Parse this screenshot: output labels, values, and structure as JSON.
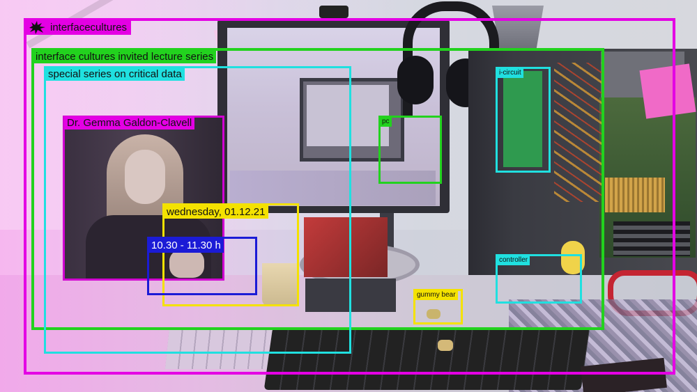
{
  "brand": {
    "name": "interfacecultures",
    "logo_color": "#e400e4"
  },
  "annotations": {
    "lecture_series": {
      "label": "interface cultures invited lecture series",
      "color": "#22d21e"
    },
    "special_series": {
      "label": "special series on critical data",
      "color": "#20e0e0"
    },
    "speaker": {
      "label": "Dr. Gemma Galdon-Clavell",
      "color": "#e400e4"
    },
    "date": {
      "label": "wednesday, 01.12.21",
      "color": "#f4e200"
    },
    "time": {
      "label": "10.30 - 11.30 h",
      "color": "#1b1bd6"
    },
    "pc": {
      "label": "pc",
      "color": "#22d21e"
    },
    "i_circuit": {
      "label": "i-circuit",
      "color": "#20e0e0"
    },
    "controller": {
      "label": "controller",
      "color": "#20e0e0"
    },
    "gummy_bear": {
      "label": "gummy bear",
      "color": "#f4e200"
    }
  }
}
